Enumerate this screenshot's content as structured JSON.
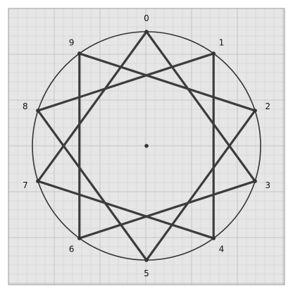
{
  "diagram": {
    "type": "star-polygon",
    "point_count": 10,
    "step": 3,
    "labels": [
      "0",
      "1",
      "2",
      "3",
      "4",
      "5",
      "6",
      "7",
      "8",
      "9"
    ],
    "chords": [
      [
        0,
        3
      ],
      [
        3,
        6
      ],
      [
        6,
        9
      ],
      [
        9,
        2
      ],
      [
        2,
        5
      ],
      [
        5,
        8
      ],
      [
        8,
        1
      ],
      [
        1,
        4
      ],
      [
        4,
        7
      ],
      [
        7,
        0
      ]
    ],
    "has_center_point": true,
    "grid": true,
    "colors": {
      "background": "#e6e6e6",
      "grid_minor": "#d3d3d3",
      "grid_major": "#c4c4c4",
      "border": "#9a9a9a",
      "circle": "#333333",
      "chord": "#3c3c3c",
      "point": "#333333",
      "label": "#111111"
    }
  }
}
